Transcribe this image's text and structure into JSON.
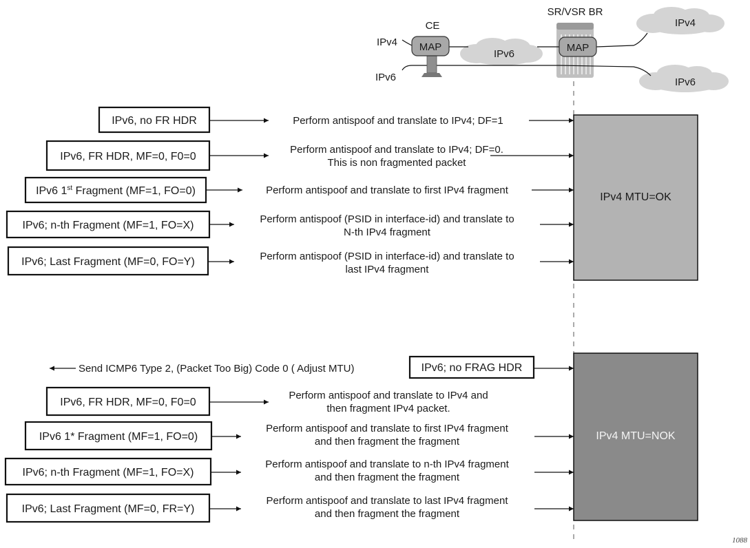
{
  "topology": {
    "ce_label": "CE",
    "br_label": "SR/VSR BR",
    "map_ce": "MAP",
    "map_br": "MAP",
    "cloud_ipv6_mid": "IPv6",
    "cloud_ipv4_top": "IPv4",
    "cloud_ipv6_right": "IPv6",
    "left_ipv4": "IPv4",
    "left_ipv6": "IPv6"
  },
  "section_ok": {
    "mtu_label": "IPv4 MTU=OK",
    "rows": [
      {
        "box": "IPv6, no FR HDR",
        "action": [
          "Perform antispoof and translate to IPv4; DF=1"
        ]
      },
      {
        "box": "IPv6, FR HDR, MF=0, F0=0",
        "action": [
          "Perform antispoof and translate to IPv4; DF=0.",
          "This is non fragmented packet"
        ]
      },
      {
        "box_pre": "IPv6 1",
        "box_sup": "st",
        "box_post": " Fragment (MF=1, FO=0)",
        "action": [
          "Perform antispoof and translate to first IPv4 fragment"
        ]
      },
      {
        "box": "IPv6; n-th Fragment (MF=1, FO=X)",
        "action": [
          "Perform antispoof (PSID in interface-id) and translate to",
          "N-th IPv4 fragment"
        ]
      },
      {
        "box": "IPv6; Last Fragment (MF=0, FO=Y)",
        "action": [
          "Perform antispoof (PSID in interface-id) and translate to",
          "last IPv4 fragment"
        ]
      }
    ]
  },
  "section_nok": {
    "mtu_label": "IPv4 MTU=NOK",
    "icmp_text": "Send ICMP6 Type 2, (Packet Too Big) Code 0 ( Adjust MTU)",
    "first_box": "IPv6; no FRAG HDR",
    "rows": [
      {
        "box": "IPv6, FR HDR, MF=0, F0=0",
        "action": [
          "Perform antispoof and translate to IPv4 and",
          "then fragment IPv4 packet."
        ]
      },
      {
        "box": "IPv6 1* Fragment (MF=1, FO=0)",
        "action": [
          "Perform antispoof and translate to first IPv4 fragment",
          "and then fragment the fragment"
        ]
      },
      {
        "box": "IPv6; n-th Fragment (MF=1, FO=X)",
        "action": [
          "Perform antispoof and translate to n-th IPv4 fragment",
          "and then fragment the fragment"
        ]
      },
      {
        "box": "IPv6; Last Fragment (MF=0, FR=Y)",
        "action": [
          "Perform antispoof and translate to last IPv4 fragment",
          "and then fragment the fragment"
        ]
      }
    ]
  },
  "figure_id": "1088",
  "colors": {
    "mtu_ok_fill": "#b3b3b3",
    "mtu_nok_fill": "#8a8a8a",
    "cloud_fill": "#d4d4d4",
    "map_fill": "#a8a8a8"
  }
}
